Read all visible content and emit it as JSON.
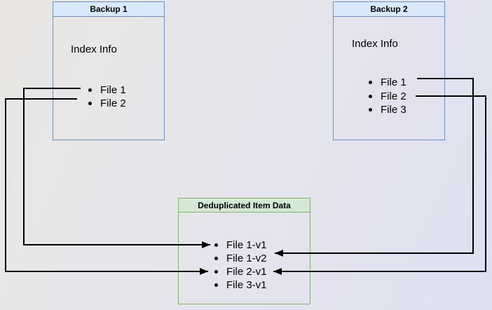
{
  "diagram": {
    "backup1": {
      "title": "Backup 1",
      "subtitle": "Index Info",
      "files": [
        "File 1",
        "File 2"
      ]
    },
    "backup2": {
      "title": "Backup 2",
      "subtitle": "Index Info",
      "files": [
        "File 1",
        "File 2",
        "File 3"
      ]
    },
    "dedup": {
      "title": "Deduplicated Item Data",
      "items": [
        "File 1-v1",
        "File 1-v2",
        "File 2-v1",
        "File 3-v1"
      ]
    },
    "edges": [
      {
        "from": "Backup 1 / File 1",
        "to": "File 1-v1"
      },
      {
        "from": "Backup 1 / File 2",
        "to": "File 2-v1"
      },
      {
        "from": "Backup 2 / File 1",
        "to": "File 1-v2"
      },
      {
        "from": "Backup 2 / File 2",
        "to": "File 2-v1"
      }
    ],
    "colors": {
      "blue_header_fill": "#dae8fc",
      "blue_border": "#6c8ebf",
      "green_header_fill": "#d5e8d4",
      "green_border": "#82b366",
      "connector": "#000000",
      "text": "#000000"
    }
  }
}
